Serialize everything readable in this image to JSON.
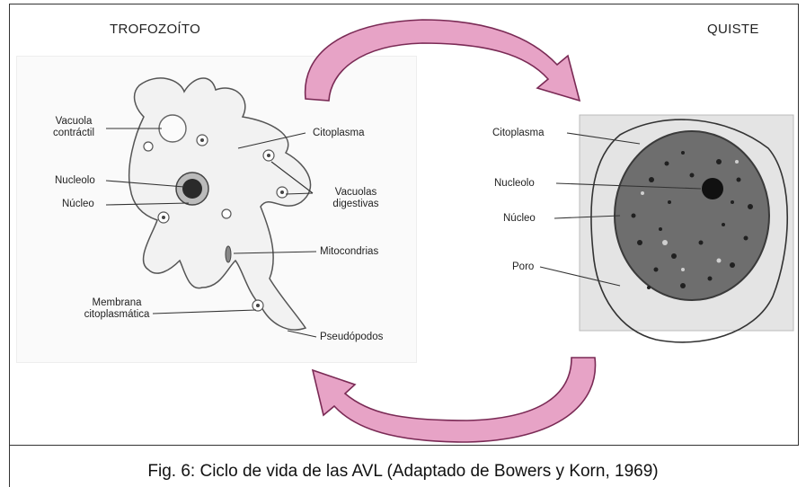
{
  "figure": {
    "left_title": "TROFOZOÍTO",
    "right_title": "QUISTE",
    "caption": "Fig. 6: Ciclo de vida de las AVL (Adaptado de Bowers y Korn, 1969)",
    "trophozoite_labels": {
      "vacuola_contractil": "Vacuola contráctil",
      "vacuola_line1": "Vacuola",
      "vacuola_line2": "contráctil",
      "nucleolo": "Nucleolo",
      "nucleo": "Núcleo",
      "citoplasma": "Citoplasma",
      "vacuolas_line1": "Vacuolas",
      "vacuolas_line2": "digestivas",
      "mitocondrias": "Mitocondrias",
      "membrana_line1": "Membrana",
      "membrana_line2": "citoplasmática",
      "pseudopodos": "Pseudópodos"
    },
    "cyst_labels": {
      "citoplasma": "Citoplasma",
      "nucleolo": "Nucleolo",
      "nucleo": "Núcleo",
      "poro": "Poro"
    },
    "colors": {
      "arrow_fill": "#e7a3c6",
      "arrow_stroke": "#7a2a55",
      "cyst_bg": "#e4e4e4",
      "cyst_body": "#6e6e6e"
    }
  }
}
